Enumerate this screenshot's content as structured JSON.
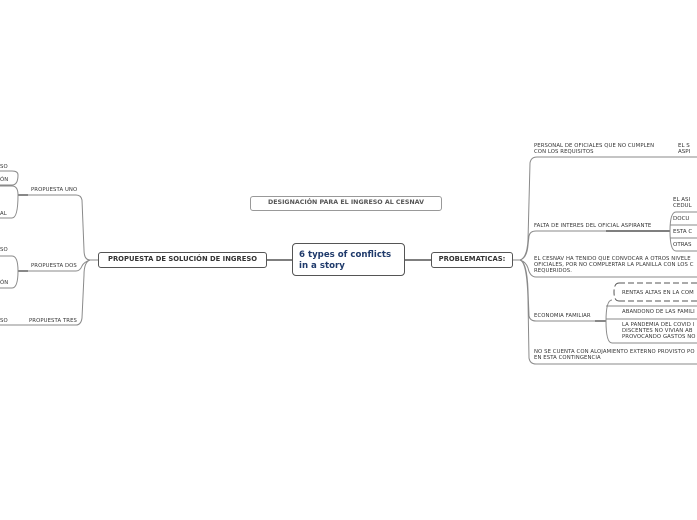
{
  "title_note": "DESIGNACIÓN PARA EL  INGRESO AL CESNAV",
  "central": {
    "line1": "6 types of conflicts",
    "line2": "in a story",
    "color": "#1f3a6b"
  },
  "left": {
    "main": "PROPUESTA DE SOLUCIÓN DE INGRESO",
    "subs": [
      {
        "label": "PROPUESTA UNO",
        "leaves": [
          "SO",
          "ÓN",
          "AL"
        ]
      },
      {
        "label": "PROPUESTA DOS",
        "leaves": [
          "SO",
          "ÓN"
        ]
      },
      {
        "label": "PROPUESTA TRES",
        "leaves": [
          "SO"
        ]
      }
    ]
  },
  "right": {
    "main": "PROBLEMATICAS:",
    "subs": [
      {
        "lines": [
          "PERSONAL DE  OFICIALES QUE NO CUMPLEN",
          "CON LOS REQUISITOS"
        ],
        "child": [
          "EL S",
          "ASPI"
        ]
      },
      {
        "lines": [
          "FALTA DE INTERES DEL OFICIAL ASPIRANTE"
        ],
        "children": [
          [
            "EL ASI",
            "CEDUL"
          ],
          [
            "DOCU"
          ],
          [
            "ESTA C"
          ],
          [
            "OTRAS"
          ]
        ]
      },
      {
        "lines": [
          "EL CESNAV HA TENIDO QUE  CONVOCAR A OTROS NIVELE",
          "OFICIALES, POR NO COMPLERTAR LA PLANILLA CON LOS C",
          "REQUERIDOS."
        ]
      },
      {
        "lines": [
          "ECONOMIA FAMILIAR"
        ],
        "children": [
          [
            "RENTAS ALTAS EN LA COM"
          ],
          [
            "ABANDONO DE LAS FAMILI"
          ],
          [
            "LA PANDEMIA DEL COVID I",
            "DISCENTES NO VIVIAN AB",
            "PROVOCANDO GASTOS NO"
          ]
        ]
      },
      {
        "lines": [
          "NO SE CUENTA CON ALOJAMIENTO EXTERNO PROVISTO PO",
          "EN ESTA CONTINGENCIA"
        ]
      }
    ]
  }
}
